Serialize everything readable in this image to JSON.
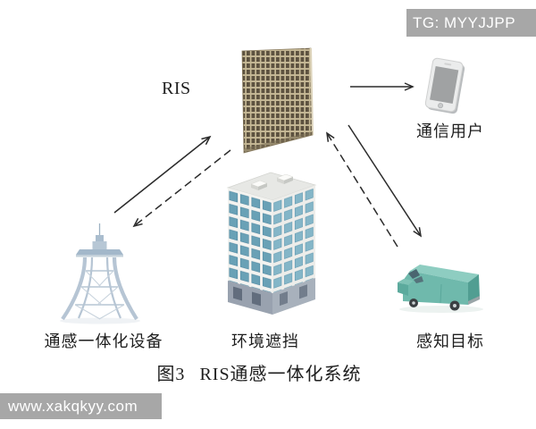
{
  "figure": {
    "ris_label": "RIS",
    "labels": {
      "comm_user": "通信用户",
      "device": "通感一体化设备",
      "blockage": "环境遮挡",
      "target": "感知目标"
    },
    "caption": {
      "number": "图3",
      "title": "RIS通感一体化系统"
    },
    "links": [
      {
        "from": "通感一体化设备",
        "to": "RIS",
        "style": "solid"
      },
      {
        "from": "RIS",
        "to": "通感一体化设备",
        "style": "dashed"
      },
      {
        "from": "RIS",
        "to": "通信用户",
        "style": "solid"
      },
      {
        "from": "RIS",
        "to": "感知目标",
        "style": "solid"
      },
      {
        "from": "感知目标",
        "to": "RIS",
        "style": "dashed"
      }
    ]
  },
  "watermarks": {
    "top_right": "TG: MYYJJPP",
    "bottom_left": "www.xakqkyy.com"
  },
  "colors": {
    "background": "#ffffff",
    "watermark_bg": "#a7a7a7",
    "watermark_text": "#ffffff",
    "text": "#1e1e1e",
    "arrow": "#2b2b2b",
    "ris_grid_line": "#c6b996",
    "ris_cell": "#5d5240",
    "tower": "#b6c5d4",
    "building_face": "#f3f3f0",
    "building_window": "#69a1b6",
    "van_body": "#6fb9ac",
    "phone_body": "#ebecec"
  }
}
